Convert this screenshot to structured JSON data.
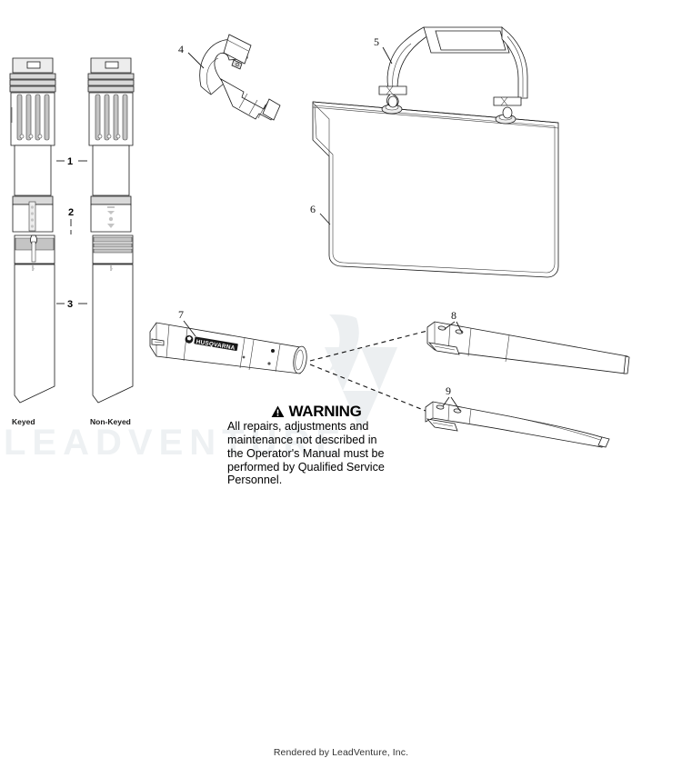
{
  "document": {
    "type": "parts-diagram",
    "footer": "Rendered by LeadVenture, Inc.",
    "watermark": "LEADVENTURE"
  },
  "callouts": [
    {
      "id": "1",
      "label": "1",
      "part": "upper-tube-assembly"
    },
    {
      "id": "2",
      "label": "2",
      "part": "tube-coupling"
    },
    {
      "id": "3",
      "label": "3",
      "part": "lower-tube"
    },
    {
      "id": "4",
      "label": "4",
      "part": "elbow-tube"
    },
    {
      "id": "5",
      "label": "5",
      "part": "shoulder-strap"
    },
    {
      "id": "6",
      "label": "6",
      "part": "collection-bag"
    },
    {
      "id": "7",
      "label": "7",
      "part": "blower-housing"
    },
    {
      "id": "8",
      "label": "8",
      "part": "straight-nozzle"
    },
    {
      "id": "9",
      "label": "9",
      "part": "curved-nozzle"
    }
  ],
  "variant_labels": {
    "keyed": "Keyed",
    "non_keyed": "Non-Keyed"
  },
  "brand": {
    "name": "HUSQVARNA"
  },
  "warning": {
    "title": "WARNING",
    "icon": "warning-triangle-icon",
    "lines": [
      "All repairs, adjustments and",
      "maintenance not described in",
      "the Operator's Manual must be",
      "performed by Qualified Service",
      "Personnel."
    ],
    "line1": "All repairs, adjustments and",
    "line2": "maintenance not described in",
    "line3": "the Operator's Manual must be",
    "line4": "performed by Qualified Service",
    "line5": "Personnel."
  },
  "colors": {
    "line": "#1a1a1a",
    "shade_light": "#ededed",
    "shade_mid": "#d9d9d9",
    "shade_dark": "#c4c4c4",
    "watermark": "#eef1f3",
    "text": "#000000"
  }
}
